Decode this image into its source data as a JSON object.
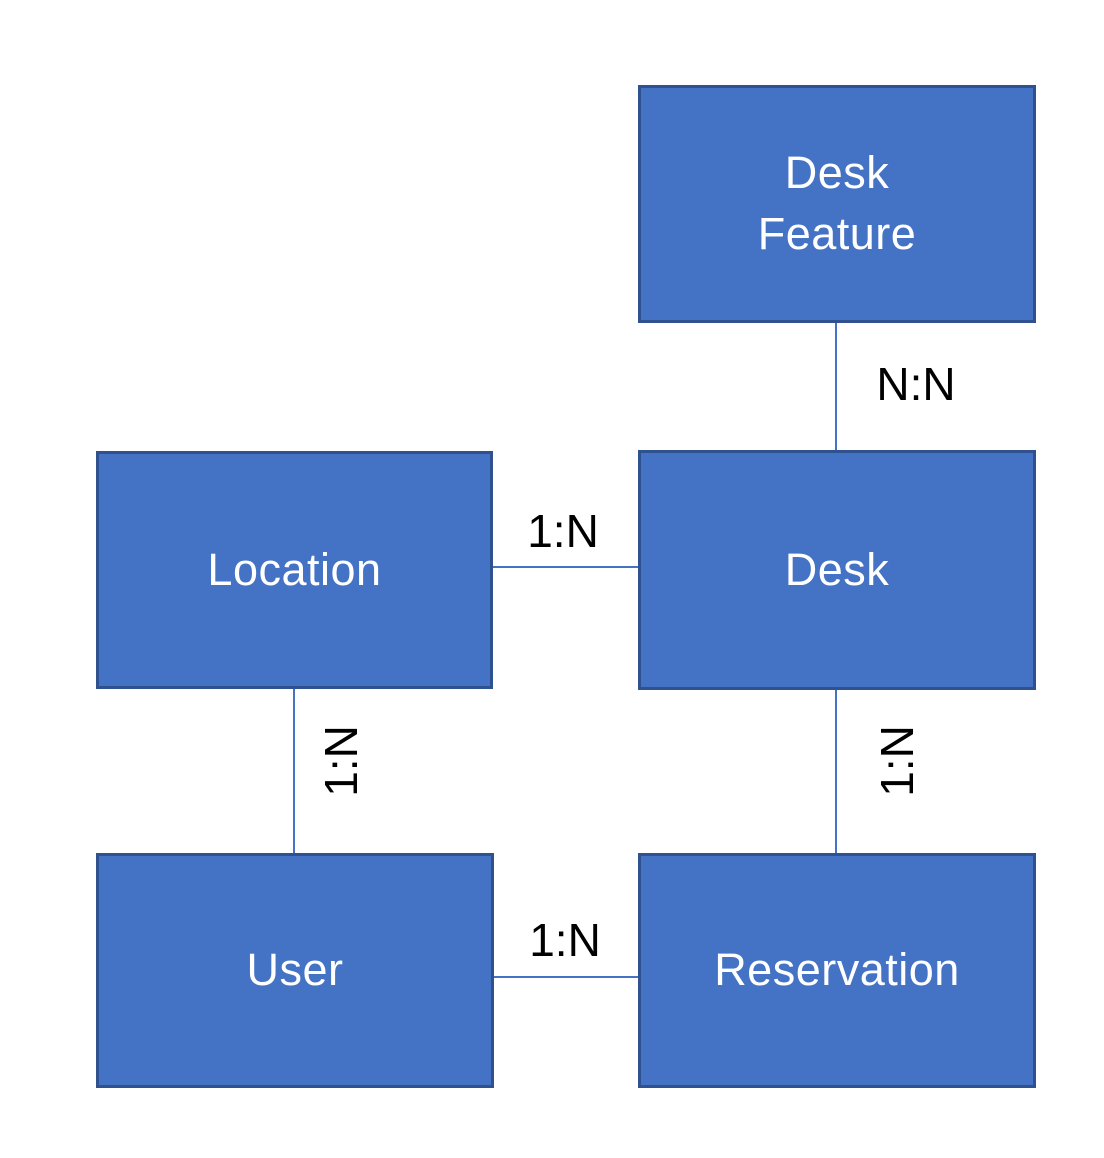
{
  "diagram": {
    "type": "entity-relationship",
    "colors": {
      "node_fill": "#4472C4",
      "node_border": "#2F528F",
      "connector": "#4472C4",
      "node_text": "#FFFFFF",
      "label_text": "#000000"
    },
    "nodes": {
      "desk_feature": {
        "label": "Desk\nFeature"
      },
      "location": {
        "label": "Location"
      },
      "desk": {
        "label": "Desk"
      },
      "user": {
        "label": "User"
      },
      "reservation": {
        "label": "Reservation"
      }
    },
    "relationships": {
      "desk_feature_desk": {
        "from": "Desk Feature",
        "to": "Desk",
        "label": "N:N"
      },
      "location_desk": {
        "from": "Location",
        "to": "Desk",
        "label": "1:N"
      },
      "location_user": {
        "from": "Location",
        "to": "User",
        "label": "1:N"
      },
      "desk_reservation": {
        "from": "Desk",
        "to": "Reservation",
        "label": "1:N"
      },
      "user_reservation": {
        "from": "User",
        "to": "Reservation",
        "label": "1:N"
      }
    }
  }
}
